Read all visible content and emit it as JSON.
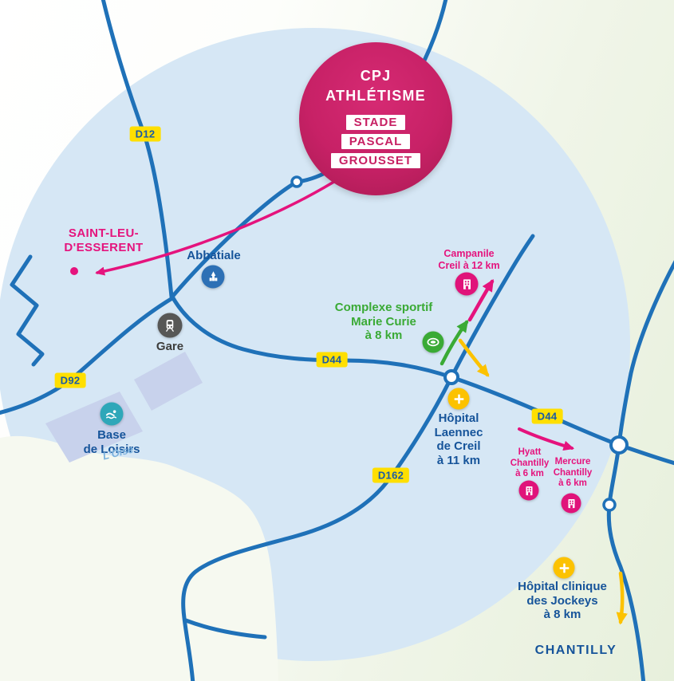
{
  "badge": {
    "org_line1": "CPJ",
    "org_line2": "ATHLÉTISME",
    "venue_lines": [
      "STADE",
      "PASCAL",
      "GROUSSET"
    ]
  },
  "road_labels": {
    "d12": "D12",
    "d92": "D92",
    "d44_west": "D44",
    "d44_east": "D44",
    "d162": "D162"
  },
  "places": {
    "saint_leu": {
      "line1": "SAINT-LEU-",
      "line2": "D'ESSERENT"
    },
    "abbatiale": "Abbatiale",
    "gare": "Gare",
    "base_de_loisirs": {
      "line1": "Base",
      "line2": "de Loisirs"
    },
    "river": "L'Oise",
    "chantilly": "CHANTILLY"
  },
  "pois": {
    "campanile": {
      "line1": "Campanile",
      "line2": "Creil à 12 km"
    },
    "complexe_sportif": {
      "line1": "Complexe sportif",
      "line2": "Marie Curie",
      "line3": "à 8 km"
    },
    "hopital_laennec": {
      "line1": "Hôpital",
      "line2": "Laennec",
      "line3": "de Creil",
      "line4": "à 11 km"
    },
    "hyatt": {
      "line1": "Hyatt",
      "line2": "Chantilly",
      "line3": "à 6 km"
    },
    "mercure": {
      "line1": "Mercure",
      "line2": "Chantilly",
      "line3": "à 6 km"
    },
    "hopital_jockeys": {
      "line1": "Hôpital clinique",
      "line2": "des Jockeys",
      "line3": "à 8 km"
    }
  },
  "colors": {
    "road_blue": "#1f71b8",
    "map_circle_blue": "#d6e7f5",
    "text_blue": "#16549a",
    "pink": "#e5137d",
    "badge_pink": "#c72063",
    "yellow_label": "#ffdf00",
    "yellow_marker": "#fcc200",
    "green": "#3aaa35",
    "teal": "#2fa7b9",
    "gare_gray": "#575756",
    "parcel_lavender": "#c8d2ec"
  }
}
